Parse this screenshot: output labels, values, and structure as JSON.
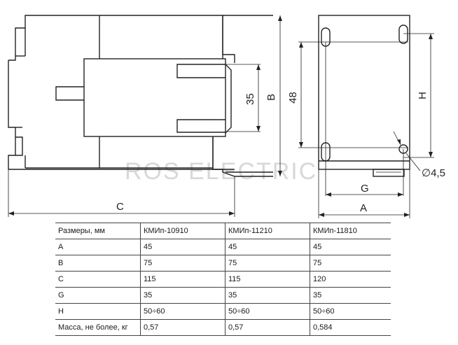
{
  "drawing": {
    "labels": {
      "dim_35": "35",
      "dim_B": "B",
      "dim_48": "48",
      "dim_H": "H",
      "dim_C": "C",
      "dim_G": "G",
      "dim_A": "A",
      "dim_hole": "∅4,5"
    },
    "watermark": "ROS ELECTRIC"
  },
  "table": {
    "header": [
      "Размеры, мм",
      "КМИп-10910",
      "КМИп-11210",
      "КМИп-11810"
    ],
    "rows": [
      [
        "A",
        "45",
        "45",
        "45"
      ],
      [
        "B",
        "75",
        "75",
        "75"
      ],
      [
        "C",
        "115",
        "115",
        "120"
      ],
      [
        "G",
        "35",
        "35",
        "35"
      ],
      [
        "H",
        "50÷60",
        "50÷60",
        "50÷60"
      ],
      [
        "Масса, не более, кг",
        "0,57",
        "0,57",
        "0,584"
      ]
    ]
  }
}
